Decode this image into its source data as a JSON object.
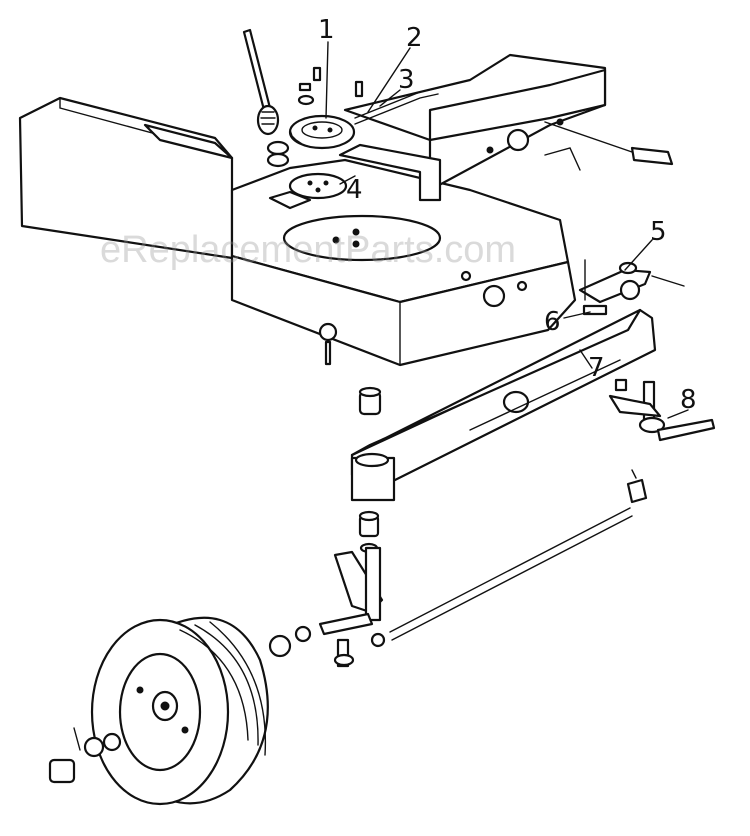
{
  "watermark": "eReplacementParts.com",
  "callouts": [
    {
      "id": "1",
      "label": "1"
    },
    {
      "id": "2",
      "label": "2"
    },
    {
      "id": "3",
      "label": "3"
    },
    {
      "id": "4",
      "label": "4"
    },
    {
      "id": "5",
      "label": "5"
    },
    {
      "id": "6",
      "label": "6"
    },
    {
      "id": "7",
      "label": "7"
    },
    {
      "id": "8",
      "label": "8"
    }
  ],
  "colors": {
    "ink": "#111111",
    "paper": "#ffffff",
    "watermark": "#969696"
  }
}
